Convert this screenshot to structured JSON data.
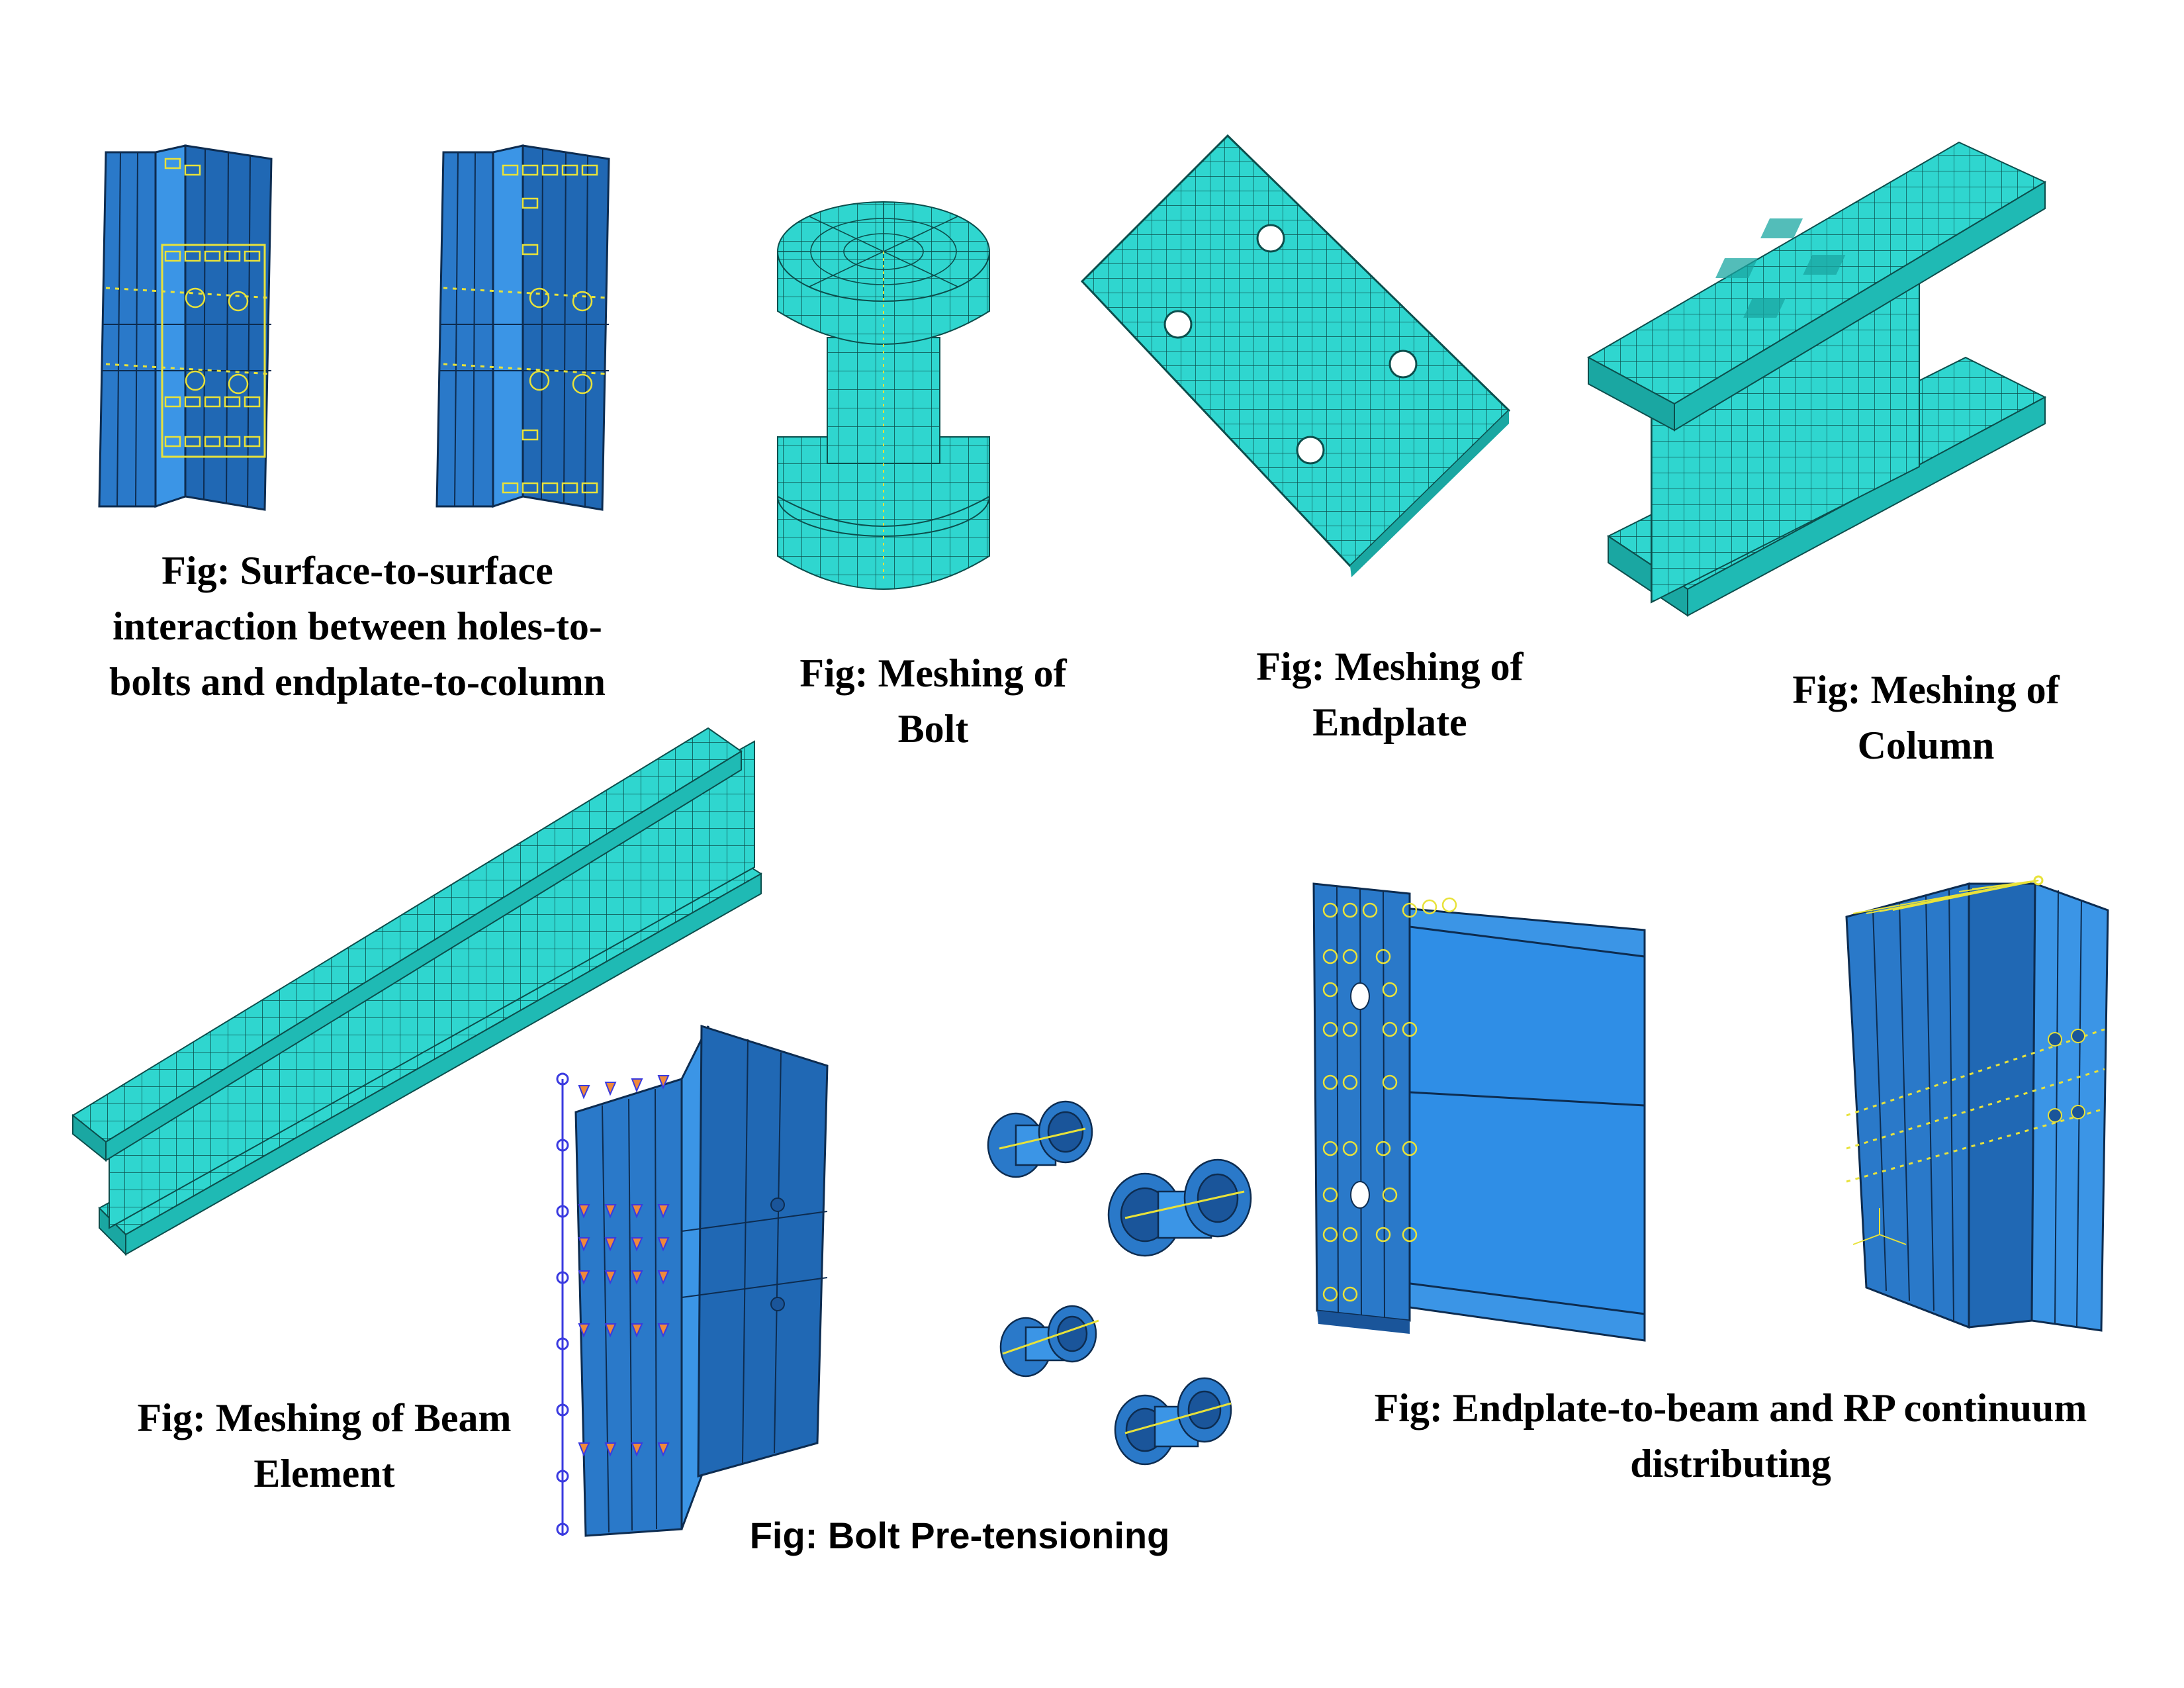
{
  "colors": {
    "background": "#ffffff",
    "mesh_cyan": "#2fd6cf",
    "mesh_cyan_dark": "#1aa7a2",
    "mesh_line": "#0c4e4c",
    "steel_blue": "#2a79c9",
    "steel_blue_light": "#3b95e6",
    "steel_blue_dark": "#1a559a",
    "edge_dark": "#0d2c50",
    "constraint_yellow": "#e8e23a",
    "load_orange": "#f0893a",
    "bc_blue": "#3a3ae0"
  },
  "captions": {
    "surface_interaction": [
      "Fig: Surface-to-surface",
      "interaction between holes-to-",
      "bolts and endplate-to-column"
    ],
    "bolt_mesh": [
      "Fig: Meshing of",
      "Bolt"
    ],
    "endplate_mesh": [
      "Fig: Meshing of",
      "Endplate"
    ],
    "column_mesh": [
      "Fig: Meshing of",
      "Column"
    ],
    "beam_mesh": [
      "Fig: Meshing of Beam",
      "Element"
    ],
    "bolt_pretension": [
      "Fig: Bolt Pre-tensioning"
    ],
    "endplate_beam_rp": [
      "Fig: Endplate-to-beam and RP continuum",
      "distributing"
    ]
  },
  "icons": {
    "column_interaction_a": "column-3d-model",
    "column_interaction_b": "column-3d-model",
    "bolt": "bolt-mesh-model",
    "endplate": "endplate-mesh-model",
    "column": "column-mesh-model",
    "beam": "beam-mesh-model",
    "pretension_column": "column-boundary-condition-model",
    "pretension_bolts": "bolt-pretension-model",
    "endplate_beam": "endplate-beam-model",
    "rp_column": "rp-coupling-model"
  }
}
